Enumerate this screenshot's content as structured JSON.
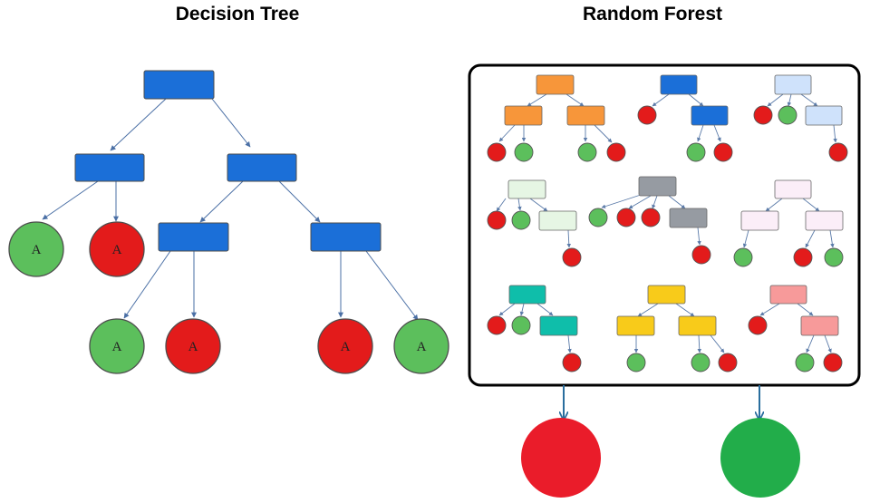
{
  "titles": {
    "decision_tree": "Decision Tree",
    "random_forest": "Random Forest"
  },
  "leaf_label": "A",
  "colors": {
    "dt_node": "#1b6fd8",
    "edge": "#4a6fa5",
    "leaf_green": "#5cbf5c",
    "leaf_red": "#e31b1b",
    "final_red": "#ea1c2a",
    "final_green": "#22ad4a",
    "forest_border": "#000000",
    "arrow": "#2a6e9e",
    "forest_palettes": [
      "#f7963a",
      "#1b6fd8",
      "#cfe2fb",
      "#e6f6e4",
      "#969ba2",
      "#fbeef8",
      "#0fbeaa",
      "#f8cb1a",
      "#f79a9a"
    ]
  },
  "forest_tree_count": 9
}
